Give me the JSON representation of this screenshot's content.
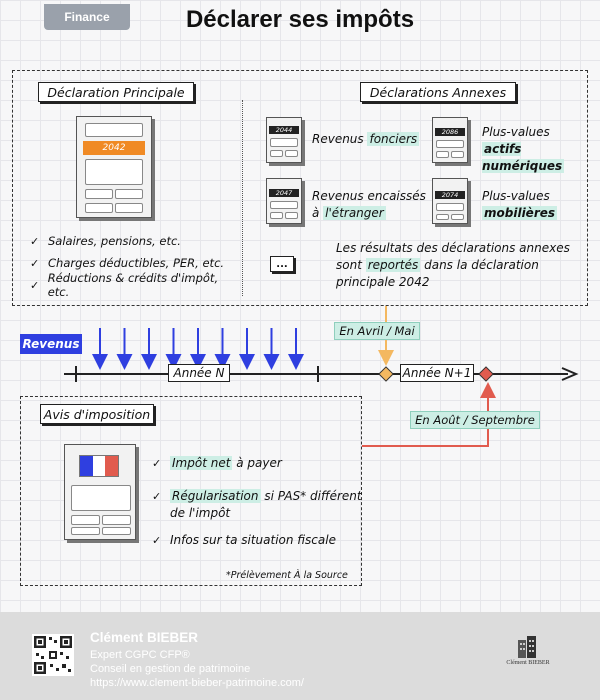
{
  "header": {
    "tag": "Finance",
    "title": "Déclarer ses impôts"
  },
  "declaration_principale": {
    "label": "Déclaration Principale",
    "form_number": "2042",
    "items": [
      "Salaires, pensions, etc.",
      "Charges déductibles, PER, etc.",
      "Réductions & crédits d'impôt, etc."
    ]
  },
  "declarations_annexes": {
    "label": "Déclarations Annexes",
    "forms": [
      {
        "number": "2044",
        "text_plain": "Revenus ",
        "text_hl": "fonciers"
      },
      {
        "number": "2086",
        "text_plain": "Plus-values",
        "text_hl": "actifs numériques"
      },
      {
        "number": "2047",
        "text_plain": "Revenus encaissés",
        "text_hl": "l'étranger",
        "text_prefix": "à "
      },
      {
        "number": "2074",
        "text_plain": "Plus-values",
        "text_hl": "mobilières"
      }
    ],
    "ellipsis": "...",
    "note_line1": "Les résultats des déclarations annexes",
    "note_line2_prefix": "sont ",
    "note_line2_hl": "reportés",
    "note_line2_suffix": " dans la déclaration",
    "note_line3": "principale 2042"
  },
  "timeline": {
    "revenus_label": "Revenus",
    "year_n": "Année N",
    "year_n1": "Année N+1",
    "april_label": "En Avril / Mai",
    "august_label": "En Août / Septembre",
    "arrow_count": 9
  },
  "avis": {
    "label": "Avis d'imposition",
    "item1_hl": "Impôt net",
    "item1_rest": " à payer",
    "item2_hl": "Régularisation",
    "item2_rest": " si PAS* différent",
    "item2_line2": "de l'impôt",
    "item3": "Infos sur ta situation fiscale",
    "footnote": "*Prélèvement À la Source"
  },
  "footer": {
    "name": "Clément BIEBER",
    "line1": "Expert CGPC CFP®",
    "line2": "Conseil en gestion de patrimoine",
    "line3": "https://www.clement-bieber-patrimoine.com/",
    "logo_text": "Clément BIEBER"
  },
  "colors": {
    "highlight": "#cdeee5",
    "revenus_blue": "#2f3fe0",
    "april_orange": "#f4b860",
    "august_red": "#e15b4e",
    "form_orange": "#f08a24"
  }
}
